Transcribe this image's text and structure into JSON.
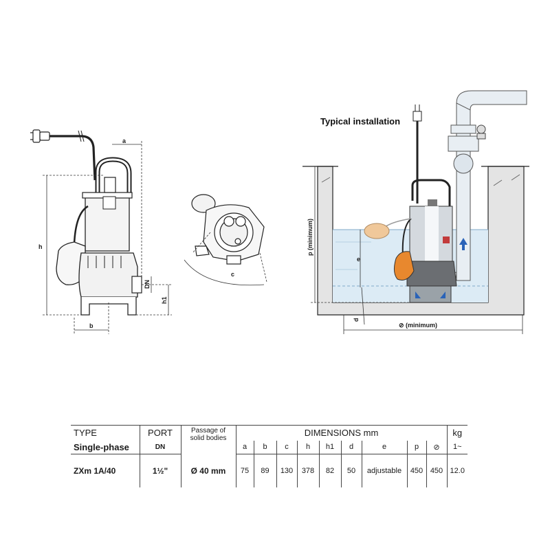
{
  "installation_title": "Typical installation",
  "dim_labels": {
    "a": "a",
    "b": "b",
    "c": "c",
    "h": "h",
    "h1": "h1",
    "DN": "DN",
    "d": "d",
    "e": "e",
    "p": "p (minimum)",
    "width": "⊘ (minimum)"
  },
  "table": {
    "type_label": "TYPE",
    "single_phase_label": "Single-phase",
    "port_label": "PORT",
    "port_sub": "DN",
    "passage_line1": "Passage of",
    "passage_line2": "solid bodies",
    "dimensions_label": "DIMENSIONS mm",
    "kg_label": "kg",
    "phase_symbol": "1~",
    "columns": [
      "a",
      "b",
      "c",
      "h",
      "h1",
      "d",
      "e",
      "p",
      "⊘"
    ],
    "row": {
      "model": "ZXm 1A/40",
      "port": "1½\"",
      "passage": "Ø 40 mm",
      "values": [
        "75",
        "89",
        "130",
        "378",
        "82",
        "50",
        "adjustable",
        "450",
        "450"
      ],
      "weight": "12.0"
    }
  }
}
